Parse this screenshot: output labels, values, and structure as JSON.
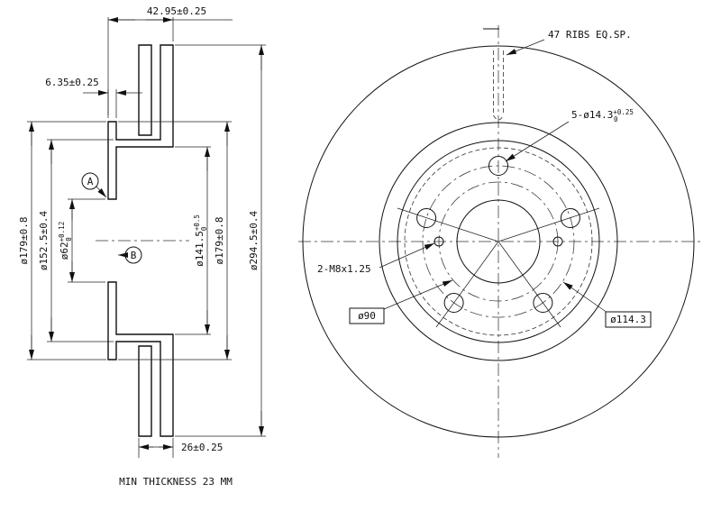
{
  "section": {
    "dim_width": "42.95±0.25",
    "dim_flange": "6.35±0.25",
    "dim_d179l": "ø179±0.8",
    "dim_d152": "ø152.5±0.4",
    "dim_d62_main": "ø62",
    "dim_d62_sup": "+0.12",
    "dim_d62_sub": "0",
    "dim_d141_main": "ø141.5",
    "dim_d141_sup": "+0.5",
    "dim_d141_sub": "0",
    "dim_d179r": "ø179±0.8",
    "dim_d294": "ø294.5±0.4",
    "dim_thickness": "26±0.25",
    "note_min_thickness": "MIN THICKNESS 23 MM",
    "balloon_a": "A",
    "balloon_b": "B"
  },
  "front": {
    "label_ribs": "47 RIBS EQ.SP.",
    "label_studs_main": "5-ø14.3",
    "label_studs_sup": "+0.25",
    "label_studs_sub": "0",
    "label_m8": "2-M8x1.25",
    "label_d90": "ø90",
    "label_d114": "ø114.3"
  }
}
